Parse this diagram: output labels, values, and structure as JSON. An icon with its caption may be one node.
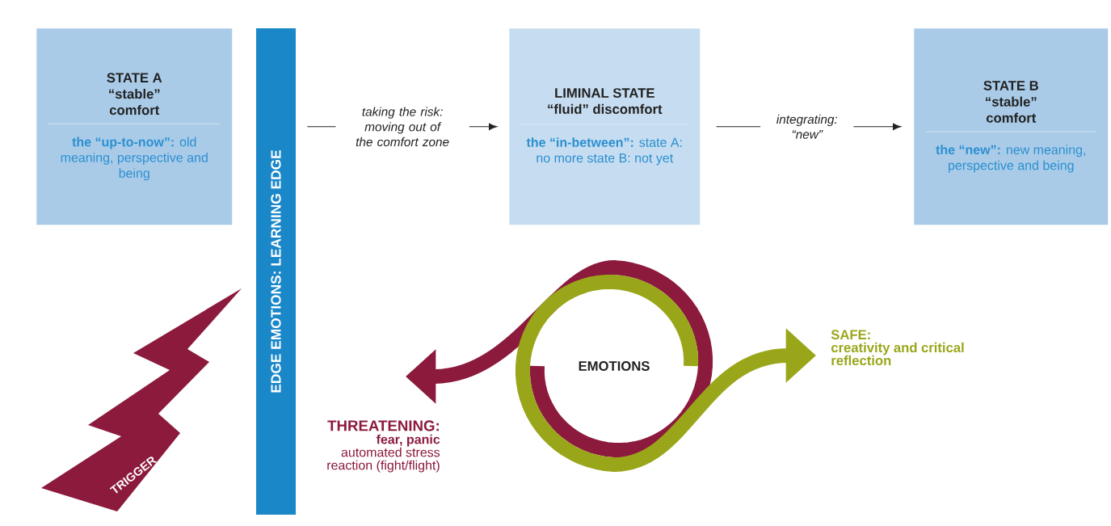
{
  "diagram": {
    "nodes": [
      {
        "text": [
          "STATE A “stable” comfort",
          "**the “up-to-now”:** old meaning, perspective and being"
        ]
      },
      {
        "text": [
          "EDGE EMOTIONS: LEARNING EDGE"
        ]
      },
      {
        "text": [
          "LIMINAL STATE “fluid” discomfort",
          "**the “in-between”:** state A: no more state B: not yet"
        ]
      },
      {
        "text": [
          "STATE B “stable” comfort",
          "**the “new”:** new meaning, perspective and being"
        ]
      },
      {
        "text": [
          "TRIGGER"
        ]
      },
      {
        "text": [
          "EMOTIONS"
        ]
      },
      {
        "text": [
          "THREATENING:",
          "**fear, panic** automated stress reaction (fight/flight)"
        ]
      },
      {
        "text": [
          "SAFE:",
          "creativity and critical reflection"
        ]
      }
    ],
    "edges": [
      {
        "from": 1,
        "to": 2,
        "arrow": "to",
        "label": "taking the risk: moving out of the comfort zone"
      },
      {
        "from": 2,
        "to": 3,
        "arrow": "to",
        "label": "integrating: “new”"
      },
      {
        "from": 5,
        "to": 6,
        "arrow": "to",
        "style": "thick",
        "color": "#8c1a3c"
      },
      {
        "from": 5,
        "to": 7,
        "arrow": "to",
        "style": "thick",
        "color": "#9aa61a"
      }
    ]
  }
}
